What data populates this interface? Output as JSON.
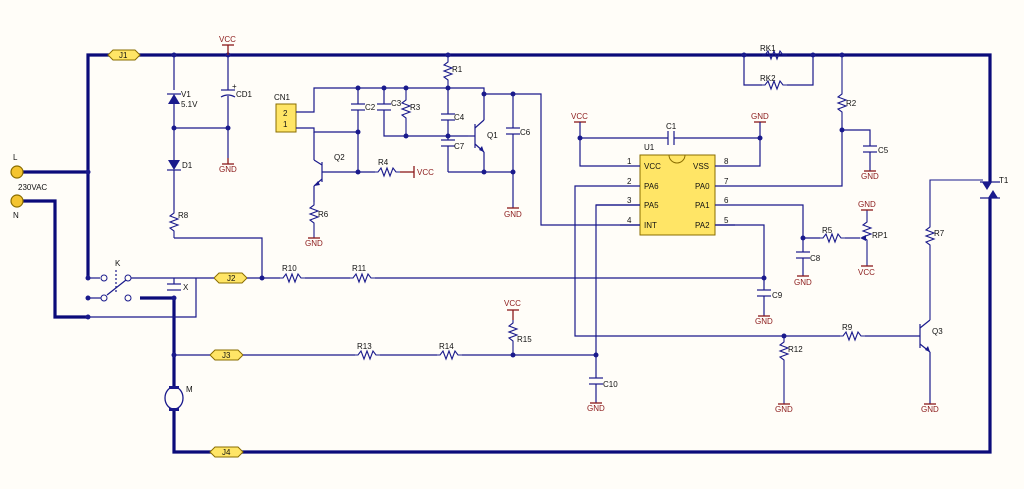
{
  "labels": {
    "vcc": "VCC",
    "gnd": "GND",
    "l": "L",
    "n": "N",
    "mains": "230VAC",
    "j1": "J1",
    "j2": "J2",
    "j3": "J3",
    "j4": "J4",
    "v1": "V1",
    "v1_value": "5.1V",
    "cd1": "CD1",
    "d1": "D1",
    "r1": "R1",
    "r2": "R2",
    "r3": "R3",
    "r4": "R4",
    "r5": "R5",
    "r6": "R6",
    "r7": "R7",
    "r8": "R8",
    "r9": "R9",
    "r10": "R10",
    "r11": "R11",
    "r12": "R12",
    "r13": "R13",
    "r14": "R14",
    "r15": "R15",
    "rk1": "RK1",
    "rk2": "RK2",
    "c1": "C1",
    "c2": "C2",
    "c3": "C3",
    "c4": "C4",
    "c5": "C5",
    "c6": "C6",
    "c7": "C7",
    "c8": "C8",
    "c9": "C9",
    "c10": "C10",
    "cn1": "CN1",
    "cn1_pin2": "2",
    "cn1_pin1": "1",
    "q1": "Q1",
    "q2": "Q2",
    "q3": "Q3",
    "u1": "U1",
    "rp1": "RP1",
    "t1": "T1",
    "k": "K",
    "x": "X",
    "m": "M"
  },
  "u1_pins": {
    "left": [
      {
        "num": "1",
        "name": "VCC"
      },
      {
        "num": "2",
        "name": "PA6"
      },
      {
        "num": "3",
        "name": "PA5"
      },
      {
        "num": "4",
        "name": "INT"
      }
    ],
    "right": [
      {
        "num": "8",
        "name": "VSS"
      },
      {
        "num": "7",
        "name": "PA0"
      },
      {
        "num": "6",
        "name": "PA1"
      },
      {
        "num": "5",
        "name": "PA2"
      }
    ]
  },
  "colors": {
    "wire": "#1a1a8c",
    "bus": "#0b0b7a",
    "power": "#8b1a1a",
    "ic_fill": "#ffe566",
    "net_flag": "#ffe566",
    "terminal": "#f4c430"
  }
}
